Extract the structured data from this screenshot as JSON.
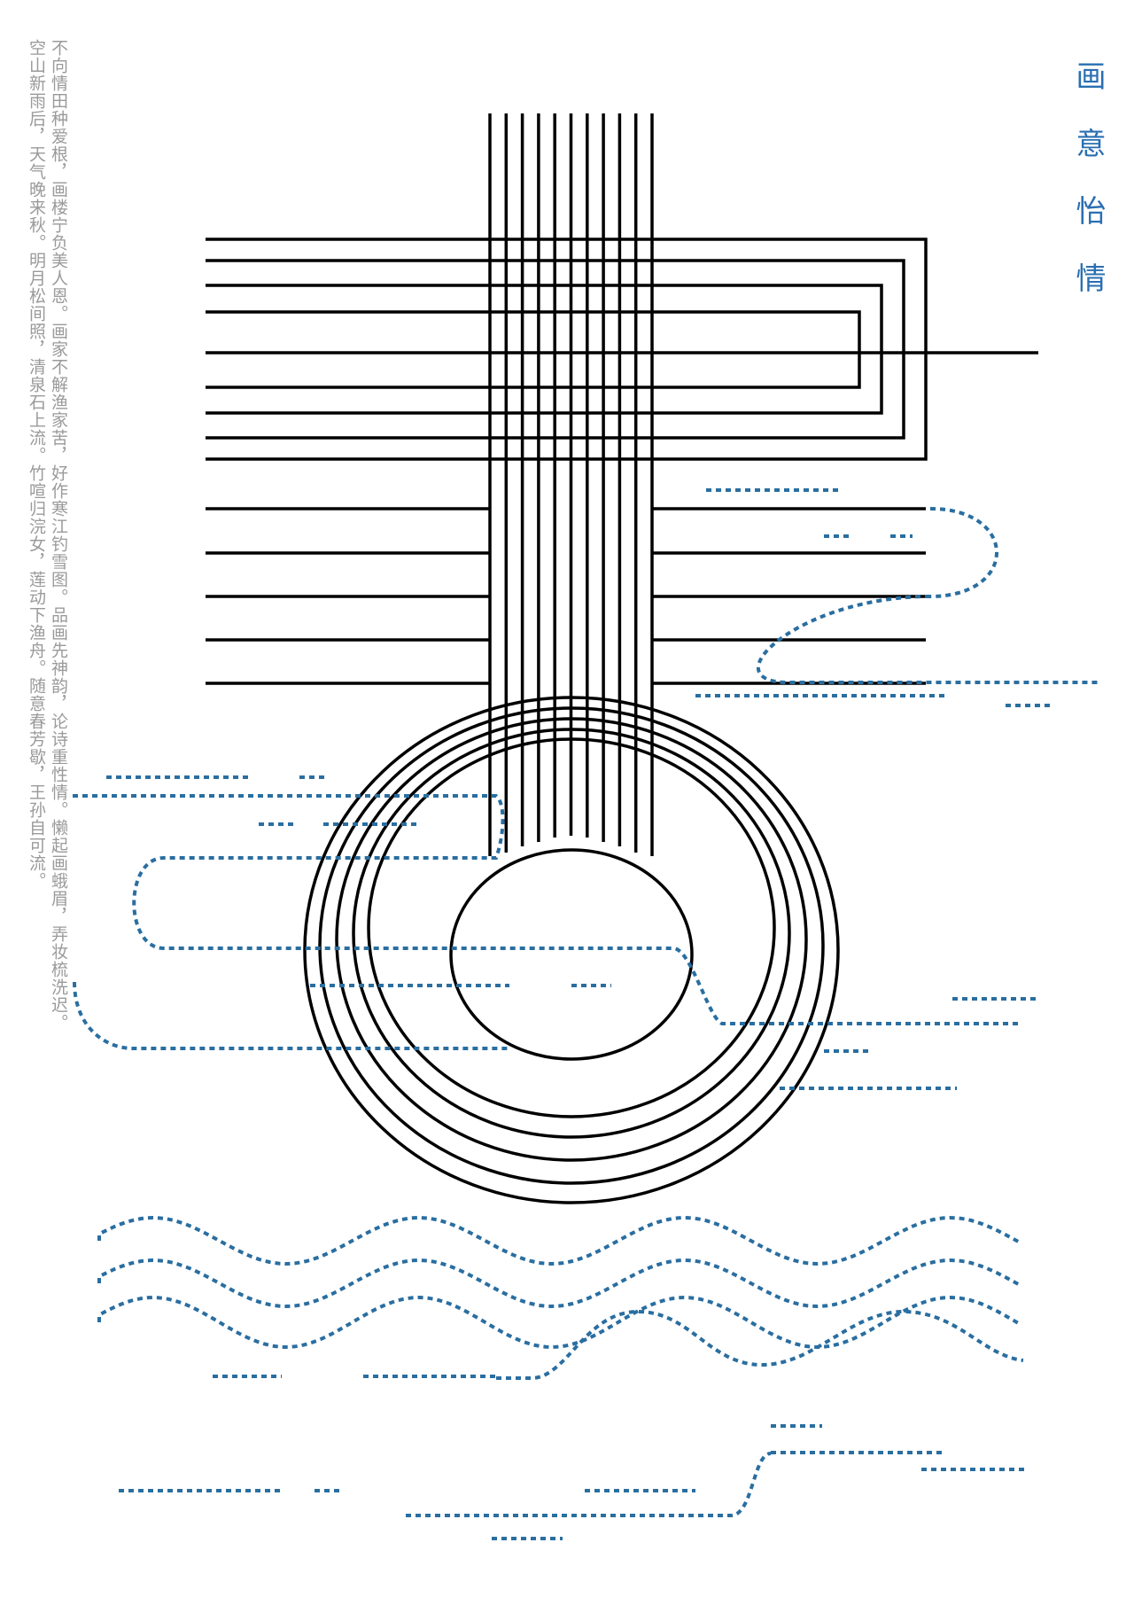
{
  "title": "画意怡情",
  "poem": {
    "col1": "空山新雨后，天气晚来秋。明月松间照，清泉石上流。竹喧归浣女，莲动下渔舟。随意春芳歇，王孙自可流。",
    "col2": "不向情田种爱根，画楼宁负美人恩。画家不解渔家苦，好作寒江钓雪图。品画先神韵，论诗重性情。懒起画蛾眉，弄妆梳洗迟。"
  },
  "colors": {
    "line": "#000000",
    "accent_blue": "#2a6fb1",
    "poem_gray": "#9a9a9a"
  }
}
